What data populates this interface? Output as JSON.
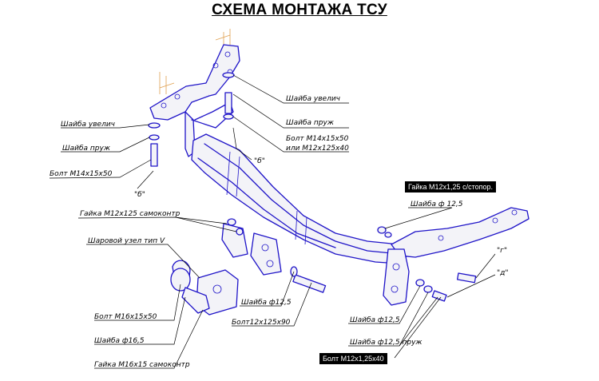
{
  "title": "СХЕМА МОНТАЖА ТСУ",
  "colors": {
    "drawing": "#1f14c8",
    "fill": "#f3f3f8",
    "leader": "#000000",
    "callout_bg": "#000000",
    "callout_text": "#ffffff"
  },
  "labels": {
    "washer_enlarged_left": "Шайба увелич",
    "spring_washer_left": "Шайба пруж",
    "bolt_m14_left": "Болт М14х15х50",
    "washer_enlarged_right": "Шайба увелич",
    "spring_washer_right": "Шайба пруж",
    "bolt_m14_right": "Болт М14х15х50",
    "bolt_m12_alt": "или М12х125х40",
    "nut_m12_left": "Гайка М12х125 самоконтр",
    "ball_joint": "Шаровой узел тип V",
    "washer_125_left": "Шайба ф12,5",
    "washer_125_right_top": "Шайба ф 12,5",
    "bolt_m12_90": "Болт12х125х90",
    "bolt_m16": "Болт М16х15х50",
    "washer_165": "Шайба ф16,5",
    "nut_m16": "Гайка М16х15 самоконтр",
    "washer_125_bottom": "Шайба ф12,5",
    "spring_washer_125": "Шайба ф12,5 пруж"
  },
  "callouts": {
    "nut_m12_lock": "Гайка М12х1,25 с/стопор.",
    "bolt_m12_40": "Болт М12х1,25х40"
  },
  "view_marks": {
    "b_left": "\"б\"",
    "b_center": "\"б\"",
    "g": "\"г\"",
    "d": "\"д\""
  }
}
